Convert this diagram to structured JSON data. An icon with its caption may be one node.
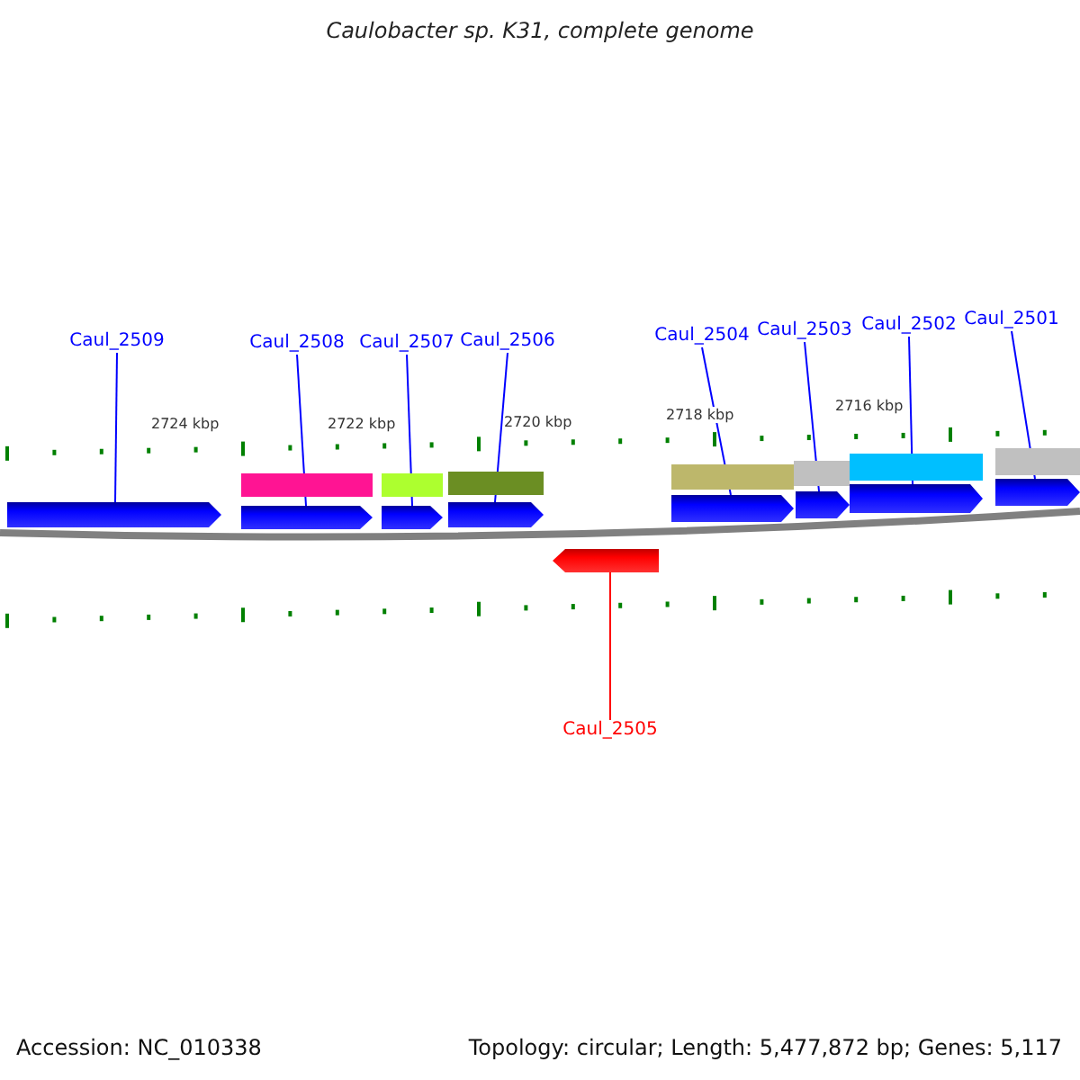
{
  "diagram": {
    "title": "Caulobacter sp. K31, complete genome",
    "nodes": [
      {
        "text": [
          "Caul_2509"
        ]
      },
      {
        "text": [
          "Caul_2508"
        ]
      },
      {
        "text": [
          "Caul_2507"
        ]
      },
      {
        "text": [
          "Caul_2506"
        ]
      },
      {
        "text": [
          "Caul_2504"
        ]
      },
      {
        "text": [
          "Caul_2503"
        ]
      },
      {
        "text": [
          "Caul_2502"
        ]
      },
      {
        "text": [
          "Caul_2501"
        ]
      },
      {
        "text": [
          "Caul_2505"
        ]
      },
      {
        "text": [],
        "shape": "arrow"
      },
      {
        "text": [],
        "shape": "arrow"
      },
      {
        "text": [],
        "shape": "arrow"
      },
      {
        "text": [],
        "shape": "arrow"
      },
      {
        "text": [],
        "shape": "arrow"
      },
      {
        "text": [],
        "shape": "arrow"
      },
      {
        "text": [],
        "shape": "arrow"
      },
      {
        "text": [],
        "shape": "arrow"
      },
      {
        "text": [],
        "shape": "arrow"
      }
    ],
    "edges": [
      {
        "from": 0,
        "to": 9,
        "arrow": "none"
      },
      {
        "from": 1,
        "to": 10,
        "arrow": "none"
      },
      {
        "from": 2,
        "to": 11,
        "arrow": "none"
      },
      {
        "from": 3,
        "to": 12,
        "arrow": "none"
      },
      {
        "from": 4,
        "to": 13,
        "arrow": "none"
      },
      {
        "from": 5,
        "to": 14,
        "arrow": "none"
      },
      {
        "from": 6,
        "to": 15,
        "arrow": "none"
      },
      {
        "from": 7,
        "to": 16,
        "arrow": "none"
      },
      {
        "from": 8,
        "to": 17,
        "arrow": "none",
        "color": "#ff0000"
      }
    ],
    "labels": [
      "2724 kbp",
      "2722 kbp",
      "2720 kbp",
      "2718 kbp",
      "2716 kbp",
      "Accession: NC_010338",
      "Topology: circular; Length: 5,477,872 bp; Genes: 5,117"
    ]
  }
}
